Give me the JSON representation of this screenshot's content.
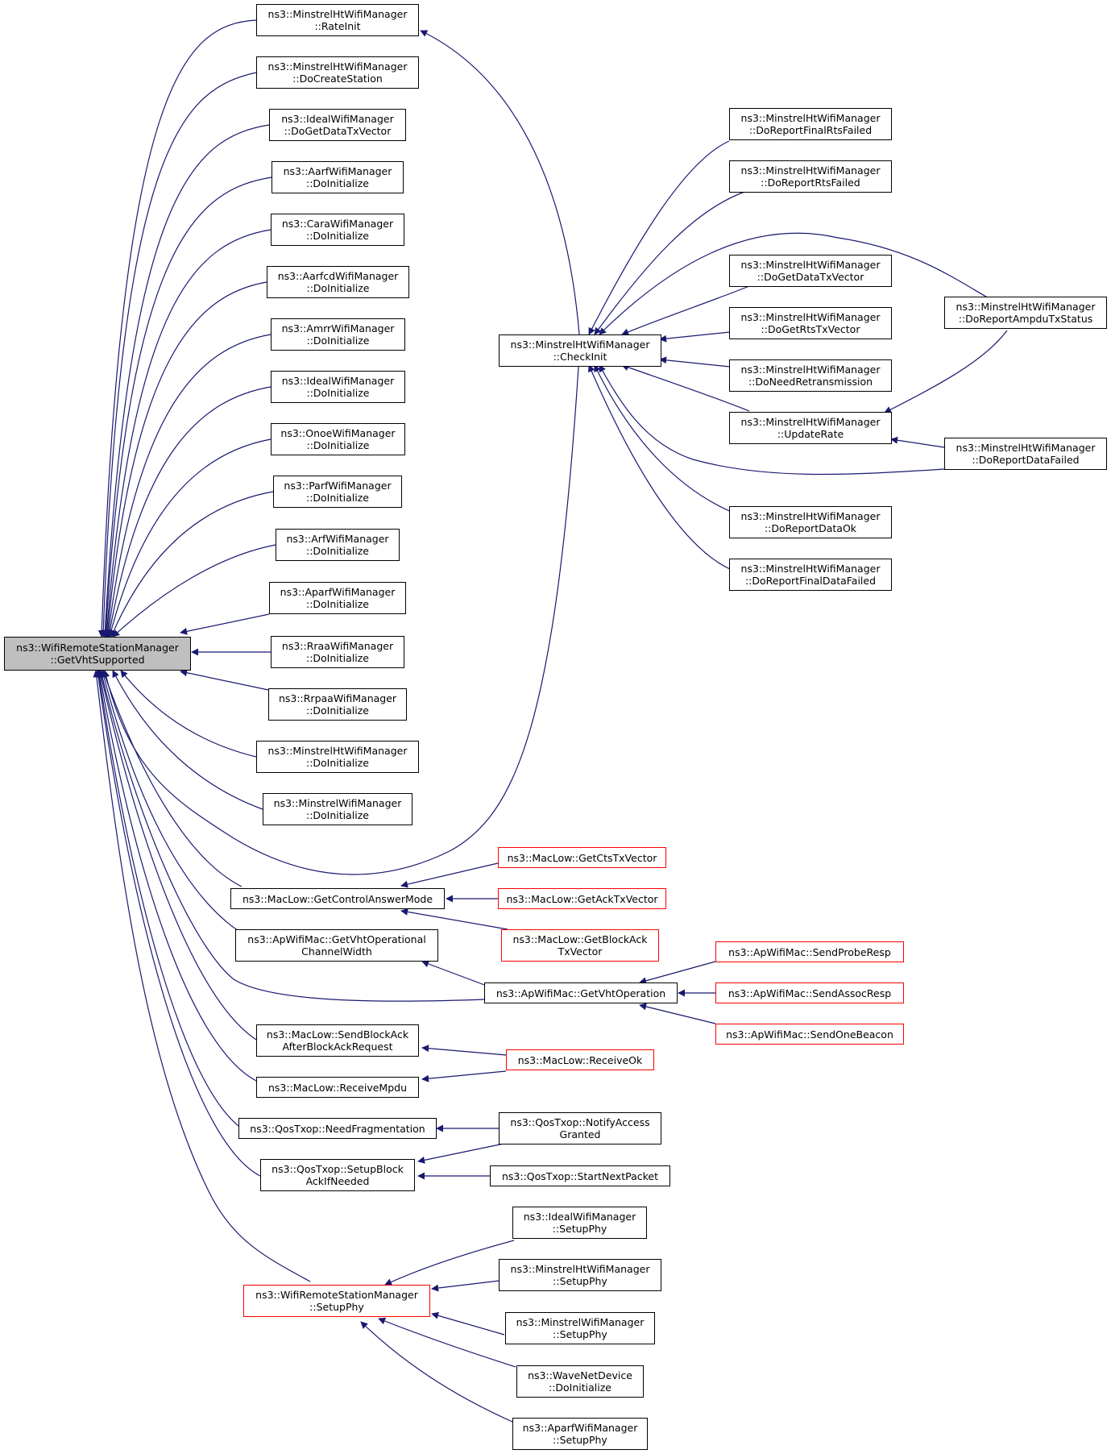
{
  "colors": {
    "edge": "#191970",
    "border": "#000000",
    "external_border": "#ff0000",
    "focus_fill": "#bfbfbf"
  },
  "nodes": {
    "get_vht_supported": [
      "ns3::WifiRemoteStationManager",
      "::GetVhtSupported"
    ],
    "minstrel_ht_rate_init": [
      "ns3::MinstrelHtWifiManager",
      "::RateInit"
    ],
    "minstrel_ht_do_create_station": [
      "ns3::MinstrelHtWifiManager",
      "::DoCreateStation"
    ],
    "ideal_do_get_data_tx_vector": [
      "ns3::IdealWifiManager",
      "::DoGetDataTxVector"
    ],
    "aarf_do_initialize": [
      "ns3::AarfWifiManager",
      "::DoInitialize"
    ],
    "cara_do_initialize": [
      "ns3::CaraWifiManager",
      "::DoInitialize"
    ],
    "aarfcd_do_initialize": [
      "ns3::AarfcdWifiManager",
      "::DoInitialize"
    ],
    "amrr_do_initialize": [
      "ns3::AmrrWifiManager",
      "::DoInitialize"
    ],
    "ideal_do_initialize": [
      "ns3::IdealWifiManager",
      "::DoInitialize"
    ],
    "onoe_do_initialize": [
      "ns3::OnoeWifiManager",
      "::DoInitialize"
    ],
    "parf_do_initialize": [
      "ns3::ParfWifiManager",
      "::DoInitialize"
    ],
    "arf_do_initialize": [
      "ns3::ArfWifiManager",
      "::DoInitialize"
    ],
    "aparf_do_initialize": [
      "ns3::AparfWifiManager",
      "::DoInitialize"
    ],
    "rraa_do_initialize": [
      "ns3::RraaWifiManager",
      "::DoInitialize"
    ],
    "rrpaa_do_initialize": [
      "ns3::RrpaaWifiManager",
      "::DoInitialize"
    ],
    "minstrel_ht_do_initialize": [
      "ns3::MinstrelHtWifiManager",
      "::DoInitialize"
    ],
    "minstrel_do_initialize": [
      "ns3::MinstrelWifiManager",
      "::DoInitialize"
    ],
    "minstrel_ht_check_init": [
      "ns3::MinstrelHtWifiManager",
      "::CheckInit"
    ],
    "report_final_rts_failed": [
      "ns3::MinstrelHtWifiManager",
      "::DoReportFinalRtsFailed"
    ],
    "report_rts_failed": [
      "ns3::MinstrelHtWifiManager",
      "::DoReportRtsFailed"
    ],
    "get_data_tx_vector": [
      "ns3::MinstrelHtWifiManager",
      "::DoGetDataTxVector"
    ],
    "get_rts_tx_vector": [
      "ns3::MinstrelHtWifiManager",
      "::DoGetRtsTxVector"
    ],
    "need_retransmission": [
      "ns3::MinstrelHtWifiManager",
      "::DoNeedRetransmission"
    ],
    "update_rate": [
      "ns3::MinstrelHtWifiManager",
      "::UpdateRate"
    ],
    "report_data_ok": [
      "ns3::MinstrelHtWifiManager",
      "::DoReportDataOk"
    ],
    "report_final_data_failed": [
      "ns3::MinstrelHtWifiManager",
      "::DoReportFinalDataFailed"
    ],
    "report_ampdu_tx_status": [
      "ns3::MinstrelHtWifiManager",
      "::DoReportAmpduTxStatus"
    ],
    "report_data_failed": [
      "ns3::MinstrelHtWifiManager",
      "::DoReportDataFailed"
    ],
    "get_control_answer_mode": [
      "ns3::MacLow::GetControlAnswerMode"
    ],
    "get_cts_tx_vector": [
      "ns3::MacLow::GetCtsTxVector"
    ],
    "get_ack_tx_vector": [
      "ns3::MacLow::GetAckTxVector"
    ],
    "get_block_ack_tx_vector": [
      "ns3::MacLow::GetBlockAck",
      "TxVector"
    ],
    "get_vht_operational_channel_width": [
      "ns3::ApWifiMac::GetVhtOperational",
      "ChannelWidth"
    ],
    "get_vht_operation": [
      "ns3::ApWifiMac::GetVhtOperation"
    ],
    "send_probe_resp": [
      "ns3::ApWifiMac::SendProbeResp"
    ],
    "send_assoc_resp": [
      "ns3::ApWifiMac::SendAssocResp"
    ],
    "send_one_beacon": [
      "ns3::ApWifiMac::SendOneBeacon"
    ],
    "send_block_ack_after_request": [
      "ns3::MacLow::SendBlockAck",
      "AfterBlockAckRequest"
    ],
    "receive_mpdu": [
      "ns3::MacLow::ReceiveMpdu"
    ],
    "receive_ok": [
      "ns3::MacLow::ReceiveOk"
    ],
    "need_fragmentation": [
      "ns3::QosTxop::NeedFragmentation"
    ],
    "notify_access_granted": [
      "ns3::QosTxop::NotifyAccess",
      "Granted"
    ],
    "setup_block_ack_if_needed": [
      "ns3::QosTxop::SetupBlock",
      "AckIfNeeded"
    ],
    "start_next_packet": [
      "ns3::QosTxop::StartNextPacket"
    ],
    "wrsm_setup_phy": [
      "ns3::WifiRemoteStationManager",
      "::SetupPhy"
    ],
    "ideal_setup_phy": [
      "ns3::IdealWifiManager",
      "::SetupPhy"
    ],
    "minstrel_ht_setup_phy": [
      "ns3::MinstrelHtWifiManager",
      "::SetupPhy"
    ],
    "minstrel_setup_phy": [
      "ns3::MinstrelWifiManager",
      "::SetupPhy"
    ],
    "wave_net_device_do_initialize": [
      "ns3::WaveNetDevice",
      "::DoInitialize"
    ],
    "aparf_setup_phy": [
      "ns3::AparfWifiManager",
      "::SetupPhy"
    ]
  }
}
